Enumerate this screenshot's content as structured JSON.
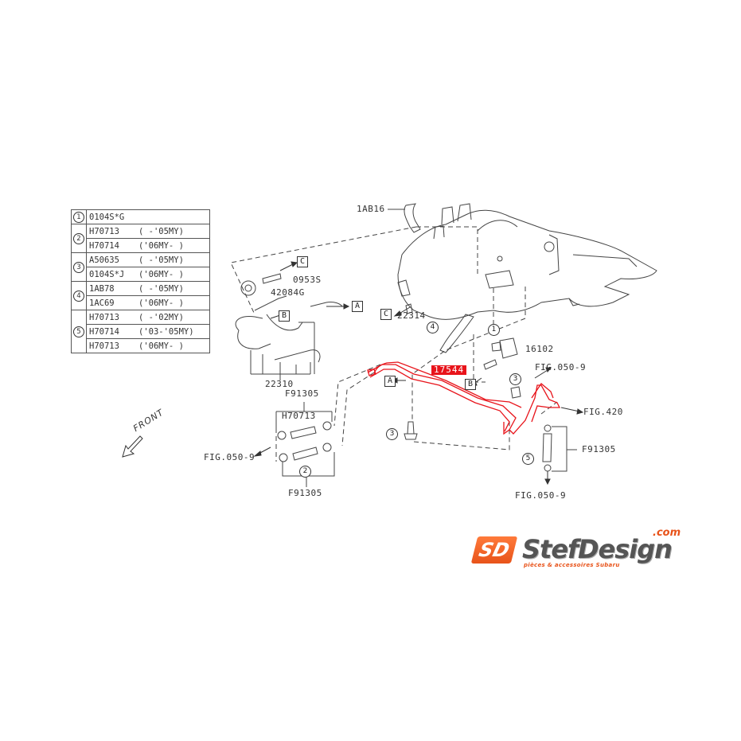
{
  "parts_table": {
    "rows": [
      {
        "ref": "1",
        "items": [
          {
            "code": "0104S*G",
            "range": ""
          }
        ]
      },
      {
        "ref": "2",
        "items": [
          {
            "code": "H70713",
            "range": "( -'05MY)"
          },
          {
            "code": "H70714",
            "range": "('06MY- )"
          }
        ]
      },
      {
        "ref": "3",
        "items": [
          {
            "code": "A50635",
            "range": "( -'05MY)"
          },
          {
            "code": "0104S*J",
            "range": "('06MY- )"
          }
        ]
      },
      {
        "ref": "4",
        "items": [
          {
            "code": "1AB78",
            "range": "( -'05MY)"
          },
          {
            "code": "1AC69",
            "range": "('06MY- )"
          }
        ]
      },
      {
        "ref": "5",
        "items": [
          {
            "code": "H70713",
            "range": "( -'02MY)"
          },
          {
            "code": "H70714",
            "range": "('03-'05MY)"
          },
          {
            "code": "H70713",
            "range": "('06MY- )"
          }
        ]
      }
    ]
  },
  "labels": {
    "l_1ab16": "1AB16",
    "l_0953s": "0953S",
    "l_42084g": "42084G",
    "l_22314": "22314",
    "l_22310": "22310",
    "l_f91305_top": "F91305",
    "l_h70713": "H70713",
    "l_f91305_bottom": "F91305",
    "l_fig050_left": "FIG.050-9",
    "l_16102": "16102",
    "l_17544": "17544",
    "l_fig050_right_top": "FIG.050-9",
    "l_fig420": "FIG.420",
    "l_f91305_right": "F91305",
    "l_fig050_right_bottom": "FIG.050-9",
    "front": "FRONT"
  },
  "connectors": {
    "A": "A",
    "B": "B",
    "C": "C"
  },
  "callouts": {
    "c1": "1",
    "c2": "2",
    "c3": "3",
    "c4": "4",
    "c5": "5"
  },
  "highlight": {
    "part": "17544",
    "color": "#e8141b"
  },
  "logo": {
    "mark": "SD",
    "name": "StefDesign",
    "tld": ".com",
    "tagline": "pièces & accessoires Subaru",
    "accent": "#e8531a"
  }
}
